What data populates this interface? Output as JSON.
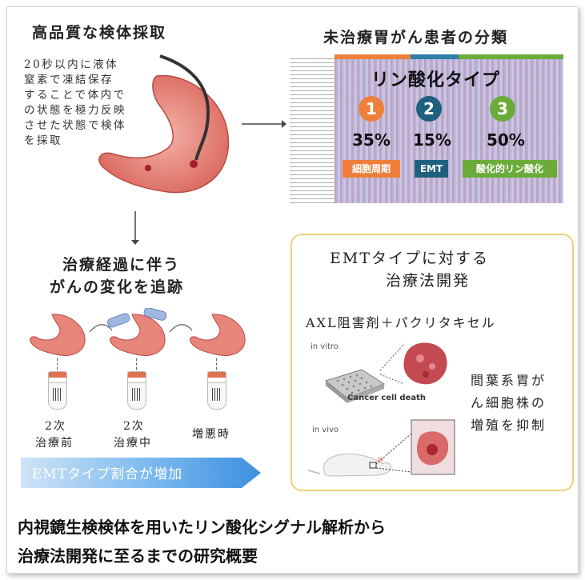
{
  "sections": {
    "sampling": {
      "title": "高品質な検体採取",
      "description": "20秒以内に液体\n窒素で凍結保存\nすることで体内で\nの状態を極力反映\nさせた状態で検体\nを採取"
    },
    "classification": {
      "title": "未治療胃がん患者の分類",
      "panel_title": "リン酸化タイプ",
      "types": [
        {
          "number": "1",
          "percent": "35%",
          "label": "細胞周期",
          "color": "#ee7f3b"
        },
        {
          "number": "2",
          "percent": "15%",
          "label": "EMT",
          "color": "#1f5f7f"
        },
        {
          "number": "3",
          "percent": "50%",
          "label": "酸化的リン酸化",
          "color": "#6aab3a"
        }
      ]
    },
    "tracking": {
      "title_line1": "治療経過に伴う",
      "title_line2": "がんの変化を追跡",
      "stages": [
        {
          "line1": "2次",
          "line2": "治療前"
        },
        {
          "line1": "2次",
          "line2": "治療中"
        },
        {
          "line1": "増悪時",
          "line2": ""
        }
      ],
      "banner": "EMTタイプ割合が増加"
    },
    "therapy": {
      "title_line1": "EMTタイプに対する",
      "title_line2": "治療法開発",
      "drug": "AXL阻害剤＋パクリタキセル",
      "in_vitro": "in vitro",
      "in_vivo": "in vivo",
      "cell_death": "Cancer cell death",
      "result_lines": [
        "間葉系胃が",
        "ん細胞株の",
        "増殖を抑制"
      ]
    }
  },
  "footer": {
    "line1": "内視鏡生検検体を用いたリン酸化シグナル解析から",
    "line2": "治療法開発に至るまでの研究概要"
  }
}
